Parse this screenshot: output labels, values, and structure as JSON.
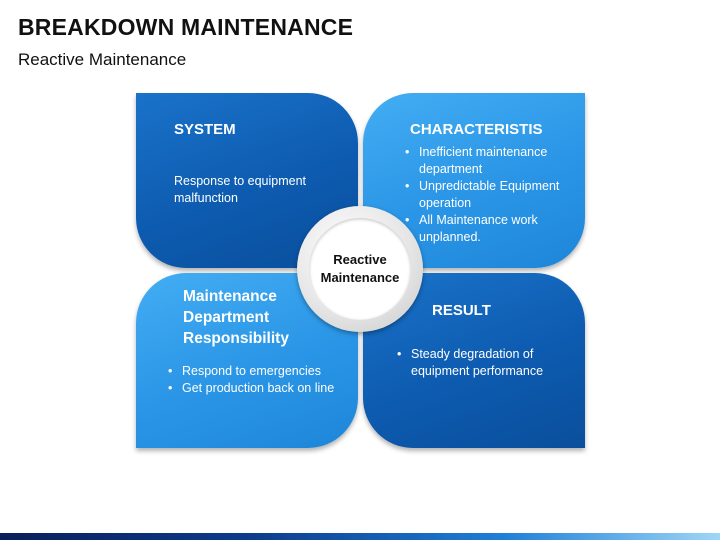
{
  "header": {
    "title": "BREAKDOWN MAINTENANCE",
    "subtitle": "Reactive Maintenance"
  },
  "center": {
    "line1": "Reactive",
    "line2": "Maintenance"
  },
  "quadrants": {
    "system": {
      "title": "SYSTEM",
      "text_line1": "Response to equipment",
      "text_line2": "malfunction"
    },
    "characteristics": {
      "title": "CHARACTERISTIS",
      "items": [
        "Inefficient maintenance department",
        "Unpredictable Equipment operation",
        "All Maintenance work unplanned."
      ]
    },
    "responsibility": {
      "title_line1": "Maintenance",
      "title_line2": "Department",
      "title_line3": "Responsibility",
      "items": [
        "Respond to emergencies",
        "Get production back on line"
      ]
    },
    "result": {
      "title": "RESULT",
      "items": [
        "Steady degradation of equipment performance"
      ]
    }
  },
  "colors": {
    "dark_blue": "#0d5bb0",
    "light_blue": "#2a95e6"
  }
}
